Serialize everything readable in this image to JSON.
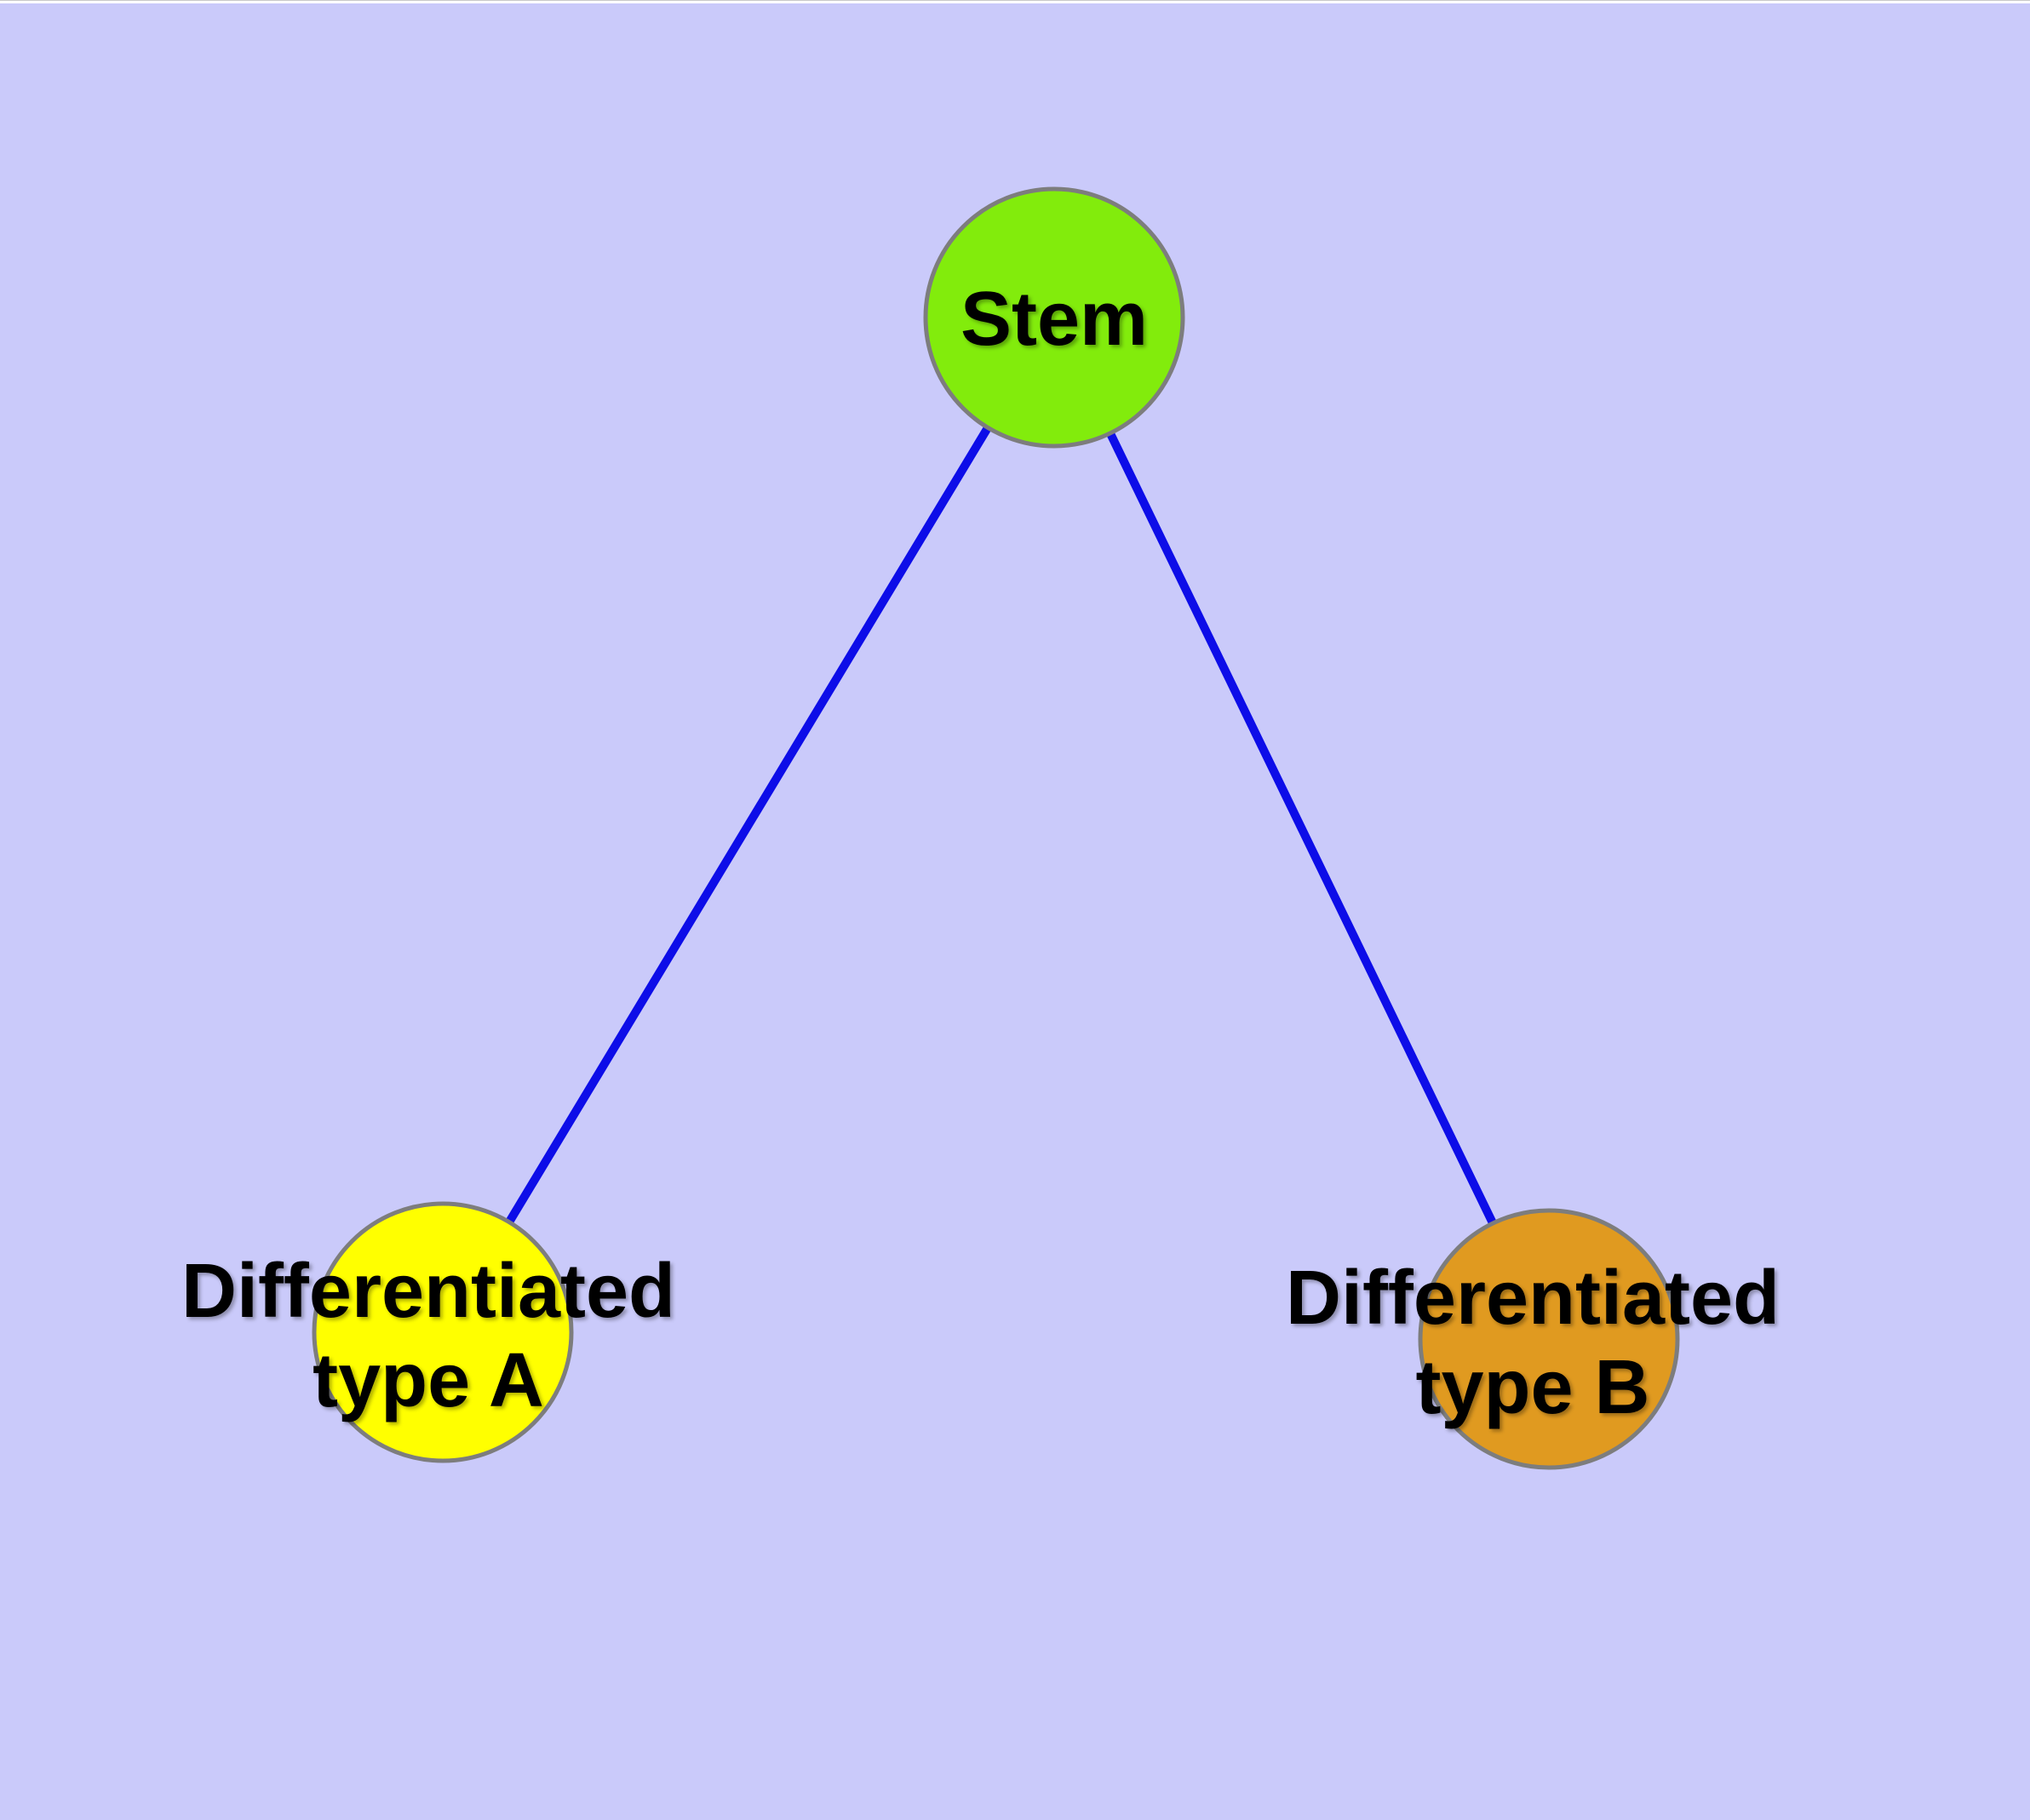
{
  "window": {
    "top_hairline_color": "#c8c8c8",
    "top_strip_color": "#ffffff"
  },
  "canvas": {
    "background_color": "#cacafa"
  },
  "graph": {
    "nodes": [
      {
        "id": "stem",
        "lines": [
          "Stem"
        ],
        "fill": "#82ec0c"
      },
      {
        "id": "differentiated-type-a",
        "lines": [
          "Differentiated",
          "type A"
        ],
        "fill": "#ffff00"
      },
      {
        "id": "differentiated-type-b",
        "lines": [
          "Differentiated",
          "type B"
        ],
        "fill": "#e09a20"
      }
    ],
    "edges": [
      {
        "from": "stem",
        "to": "differentiated-type-a"
      },
      {
        "from": "stem",
        "to": "differentiated-type-b"
      }
    ],
    "style": {
      "edge_color": "#0d0de8",
      "node_border_color": "#7d7d7d",
      "text_color": "#000000"
    }
  }
}
